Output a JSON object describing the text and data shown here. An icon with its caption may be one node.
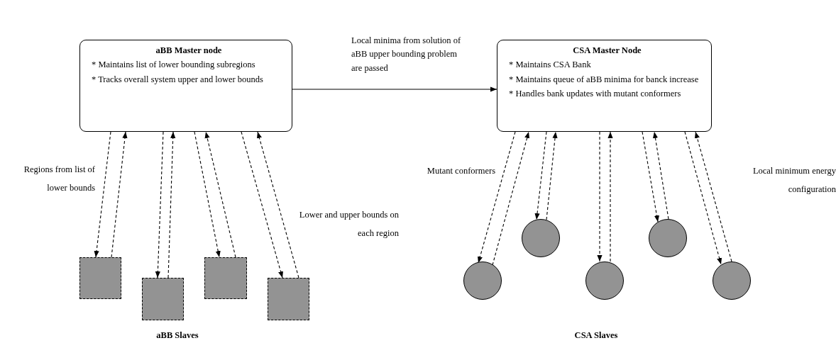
{
  "diagram": {
    "nodes": [
      {
        "text": [
          "aBB Master node",
          "* Maintains list of lower bounding subregions",
          "* Tracks overall system upper and lower bounds"
        ]
      },
      {
        "text": [
          "CSA Master Node",
          "* Maintains CSA Bank",
          "* Maintains queue of aBB minima for banck increase",
          "* Handles bank updates with mutant conformers"
        ]
      },
      {
        "text": [],
        "shape": "box"
      },
      {
        "text": [],
        "shape": "box"
      },
      {
        "text": [],
        "shape": "box"
      },
      {
        "text": [],
        "shape": "box"
      },
      {
        "text": [],
        "shape": "circle"
      },
      {
        "text": [],
        "shape": "circle"
      },
      {
        "text": [],
        "shape": "circle"
      },
      {
        "text": [],
        "shape": "circle"
      },
      {
        "text": [],
        "shape": "circle"
      }
    ],
    "edges": [
      {
        "from": 0,
        "to": 1,
        "arrow": "to",
        "label": "Local minima from solution of aBB upper bounding problem are passed"
      },
      {
        "from": 0,
        "to": 2,
        "arrow": "to",
        "style": "dashed"
      },
      {
        "from": 2,
        "to": 0,
        "arrow": "to",
        "style": "dashed"
      },
      {
        "from": 0,
        "to": 3,
        "arrow": "to",
        "style": "dashed"
      },
      {
        "from": 3,
        "to": 0,
        "arrow": "to",
        "style": "dashed"
      },
      {
        "from": 0,
        "to": 4,
        "arrow": "to",
        "style": "dashed"
      },
      {
        "from": 4,
        "to": 0,
        "arrow": "to",
        "style": "dashed"
      },
      {
        "from": 0,
        "to": 5,
        "arrow": "to",
        "style": "dashed"
      },
      {
        "from": 5,
        "to": 0,
        "arrow": "to",
        "style": "dashed"
      },
      {
        "from": 1,
        "to": 6,
        "arrow": "to",
        "style": "dashed"
      },
      {
        "from": 6,
        "to": 1,
        "arrow": "to",
        "style": "dashed"
      },
      {
        "from": 1,
        "to": 7,
        "arrow": "to",
        "style": "dashed"
      },
      {
        "from": 7,
        "to": 1,
        "arrow": "to",
        "style": "dashed"
      },
      {
        "from": 1,
        "to": 8,
        "arrow": "to",
        "style": "dashed"
      },
      {
        "from": 8,
        "to": 1,
        "arrow": "to",
        "style": "dashed"
      },
      {
        "from": 1,
        "to": 9,
        "arrow": "to",
        "style": "dashed"
      },
      {
        "from": 9,
        "to": 1,
        "arrow": "to",
        "style": "dashed"
      },
      {
        "from": 1,
        "to": 10,
        "arrow": "to",
        "style": "dashed"
      },
      {
        "from": 10,
        "to": 1,
        "arrow": "to",
        "style": "dashed"
      }
    ],
    "labels": [
      "Regions from list of lower bounds",
      "Mutant conformers",
      "Local minimum energy configuration",
      "Lower and upper bounds on each region",
      "aBB Slaves",
      "CSA Slaves"
    ]
  }
}
